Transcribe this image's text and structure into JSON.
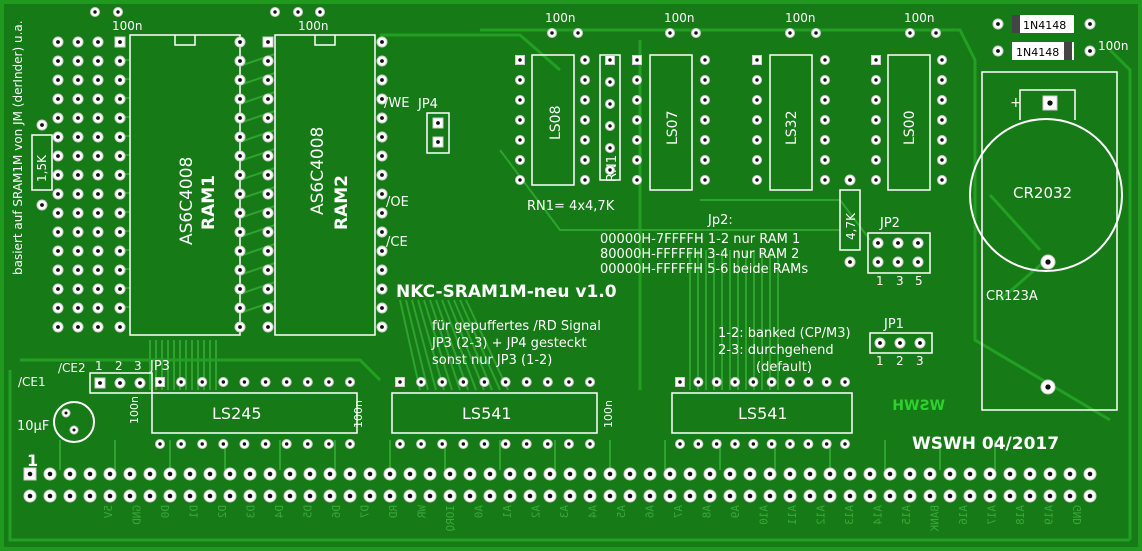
{
  "board": {
    "title": "NKC-SRAM1M-neu v1.0",
    "author_note": "basiert auf SRAM1M von JM (derInder) u.a.",
    "date": "WSWH 04/2017",
    "mirror": "WSWH"
  },
  "chips": {
    "ram1_part": "AS6C4008",
    "ram1_name": "RAM1",
    "ram2_part": "AS6C4008",
    "ram2_name": "RAM2",
    "ls08": "LS08",
    "ls07": "LS07",
    "ls32": "LS32",
    "ls00": "LS00",
    "ls245": "LS245",
    "ls541a": "LS541",
    "ls541b": "LS541",
    "rn1": "RN1"
  },
  "caps": {
    "c100n": "100n",
    "c10u": "10µF"
  },
  "resistors": {
    "r15k": "1,5K",
    "r47k": "4,7K",
    "rn_note": "RN1= 4x4,7K"
  },
  "diodes": {
    "d1": "1N4148",
    "d2": "1N4148"
  },
  "battery": {
    "cr2032": "CR2032",
    "cr123a": "CR123A",
    "plus": "+"
  },
  "signals": {
    "we": "/WE",
    "oe": "/OE",
    "ce": "/CE",
    "ce1": "/CE1",
    "ce2": "/CE2"
  },
  "jumpers": {
    "jp1": "JP1",
    "jp2": "JP2",
    "jp3": "JP3",
    "jp4": "JP4",
    "jp2_title": "Jp2:",
    "jp2_l1": "00000H-7FFFFH 1-2 nur RAM 1",
    "jp2_l2": "80000H-FFFFFH 3-4 nur RAM 2",
    "jp2_l3": "00000H-FFFFFH 5-6 beide RAMs",
    "jp1_l1": "1-2: banked (CP/M3)",
    "jp1_l2": "2-3: durchgehend",
    "jp1_l3": "(default)",
    "jp3_l1": "für gepuffertes /RD Signal",
    "jp3_l2": "JP3 (2-3) + JP4 gesteckt",
    "jp3_l3": "sonst nur JP3 (1-2)",
    "n1": "1",
    "n2": "2",
    "n3": "3",
    "n5": "5"
  },
  "edge": {
    "pin1": "1",
    "labels": [
      "5V",
      "GND",
      "D0",
      "D1",
      "D2",
      "D3",
      "D4",
      "D5",
      "D6",
      "D7",
      "RD",
      "WR",
      "IORQ",
      "A0",
      "A1",
      "A2",
      "A3",
      "A4",
      "A5",
      "A6",
      "A7",
      "A8",
      "A9",
      "A10",
      "A11",
      "A12",
      "A13",
      "A14",
      "A15",
      "BANK",
      "A16",
      "A17",
      "A18",
      "A19",
      "GND"
    ]
  },
  "colors": {
    "board": "#167a16",
    "silk": "#ffffff",
    "trace": "#2fa32f",
    "pad": "#ffffff"
  }
}
